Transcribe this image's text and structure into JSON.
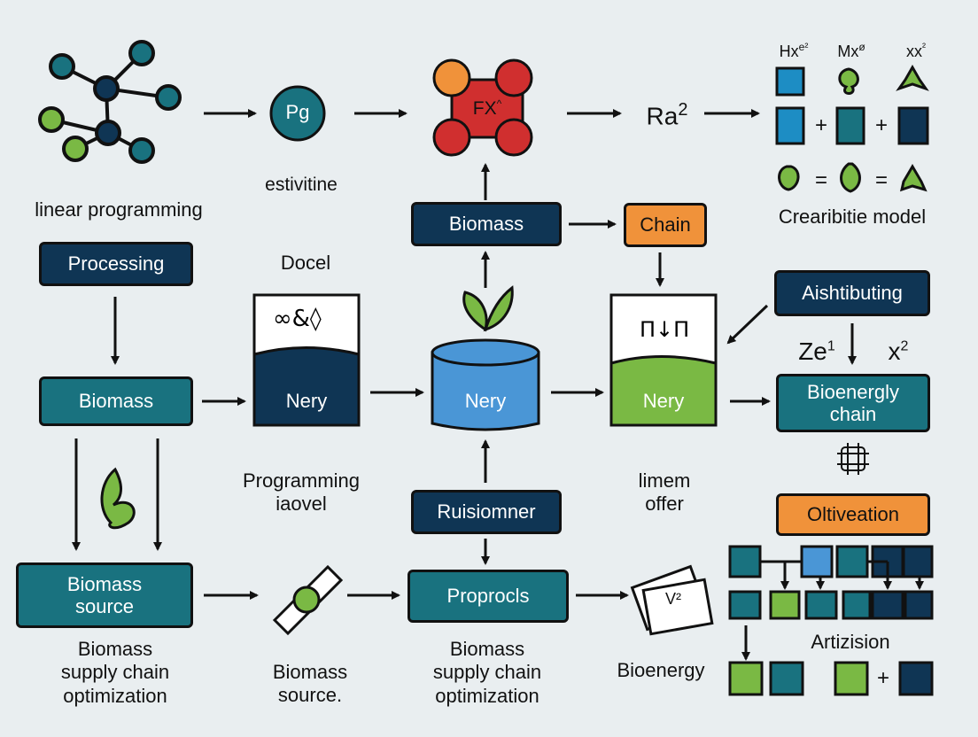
{
  "colors": {
    "navy": "#0f3554",
    "teal": "#19727f",
    "orange": "#f0923a",
    "green": "#7ab944",
    "blue": "#4a96d6",
    "red": "#d02f2f",
    "bg": "#e9eef0"
  },
  "top": {
    "linear_programming": "linear programming",
    "pg": "Pg",
    "estivitine": "estivitine",
    "fx": "FX",
    "fx_sup": "^",
    "ra": "Ra",
    "ra_sup": "2",
    "legend_labels": [
      "Hx",
      "Mx",
      "xx"
    ],
    "legend_sups": [
      "e²",
      "ø",
      "²"
    ],
    "plus": "+",
    "equals": "=",
    "crearibitie": "Crearibitie model"
  },
  "left": {
    "processing": "Processing",
    "biomass": "Biomass",
    "biomass_source_1": "Biomass",
    "biomass_source_2": "source",
    "caption_1": "Biomass",
    "caption_2": "supply chain",
    "caption_3": "optimization"
  },
  "col2": {
    "docel": "Docel",
    "nery": "Nery",
    "prog_1": "Programming",
    "prog_2": "iaovel",
    "biomass_source_1": "Biomass",
    "biomass_source_2": "source."
  },
  "center": {
    "biomass": "Biomass",
    "chain": "Chain",
    "nery": "Nery",
    "ruisi": "Ruisiomner",
    "proprocls": "Proprocls",
    "caption_1": "Biomass",
    "caption_2": "supply chain",
    "caption_3": "optimization"
  },
  "col4": {
    "nery": "Nery",
    "limem_1": "limem",
    "limem_2": "offer",
    "v_glyph": "V²",
    "bioenergy": "Bioenergy"
  },
  "right": {
    "aishtibuting": "Aishtibuting",
    "ze": "Ze",
    "ze_sup": "1",
    "x": "x",
    "x_sup": "2",
    "bio_chain_1": "Bioenergly",
    "bio_chain_2": "chain",
    "oltiveation": "Oltiveation",
    "artizision": "Artizision",
    "plus": "+"
  }
}
